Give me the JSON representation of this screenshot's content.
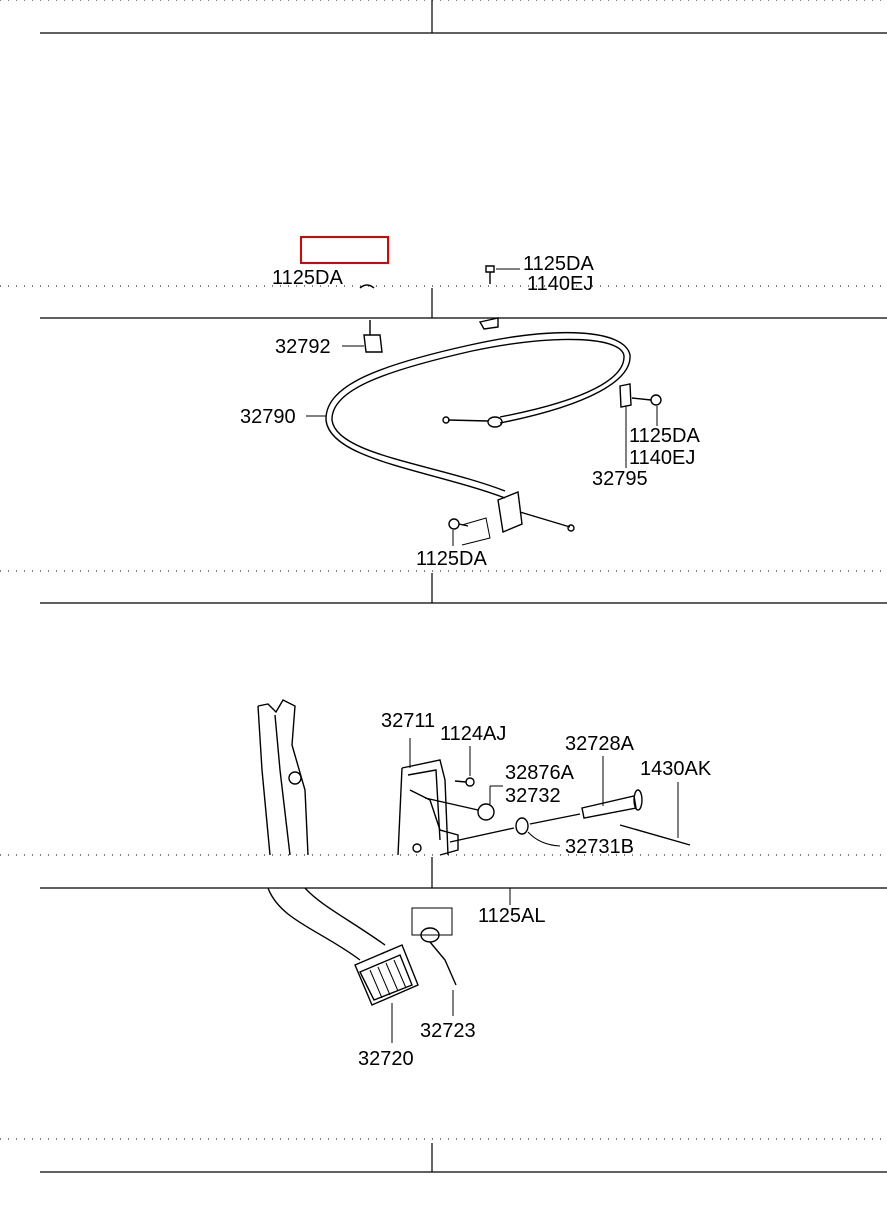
{
  "highlight_color": "#e00000",
  "callouts": {
    "top_left_1125DA": "1125DA",
    "top_right_1125DA": "1125DA",
    "top_right_1140EJ": "1140EJ",
    "bracket_32792": "32792",
    "cable_32790": "32790",
    "right_1125DA": "1125DA",
    "right_1140EJ": "1140EJ",
    "clip_32795": "32795",
    "bottom_1125DA": "1125DA",
    "bracket_32711": "32711",
    "nut_1124AJ": "1124AJ",
    "bushing_32876A": "32876A",
    "spacer_32732": "32732",
    "pin_32728A": "32728A",
    "cotter_1430AK": "1430AK",
    "washer_32731B": "32731B",
    "bolt_1125AL": "1125AL",
    "spring_32723": "32723",
    "pedal_32720": "32720"
  }
}
